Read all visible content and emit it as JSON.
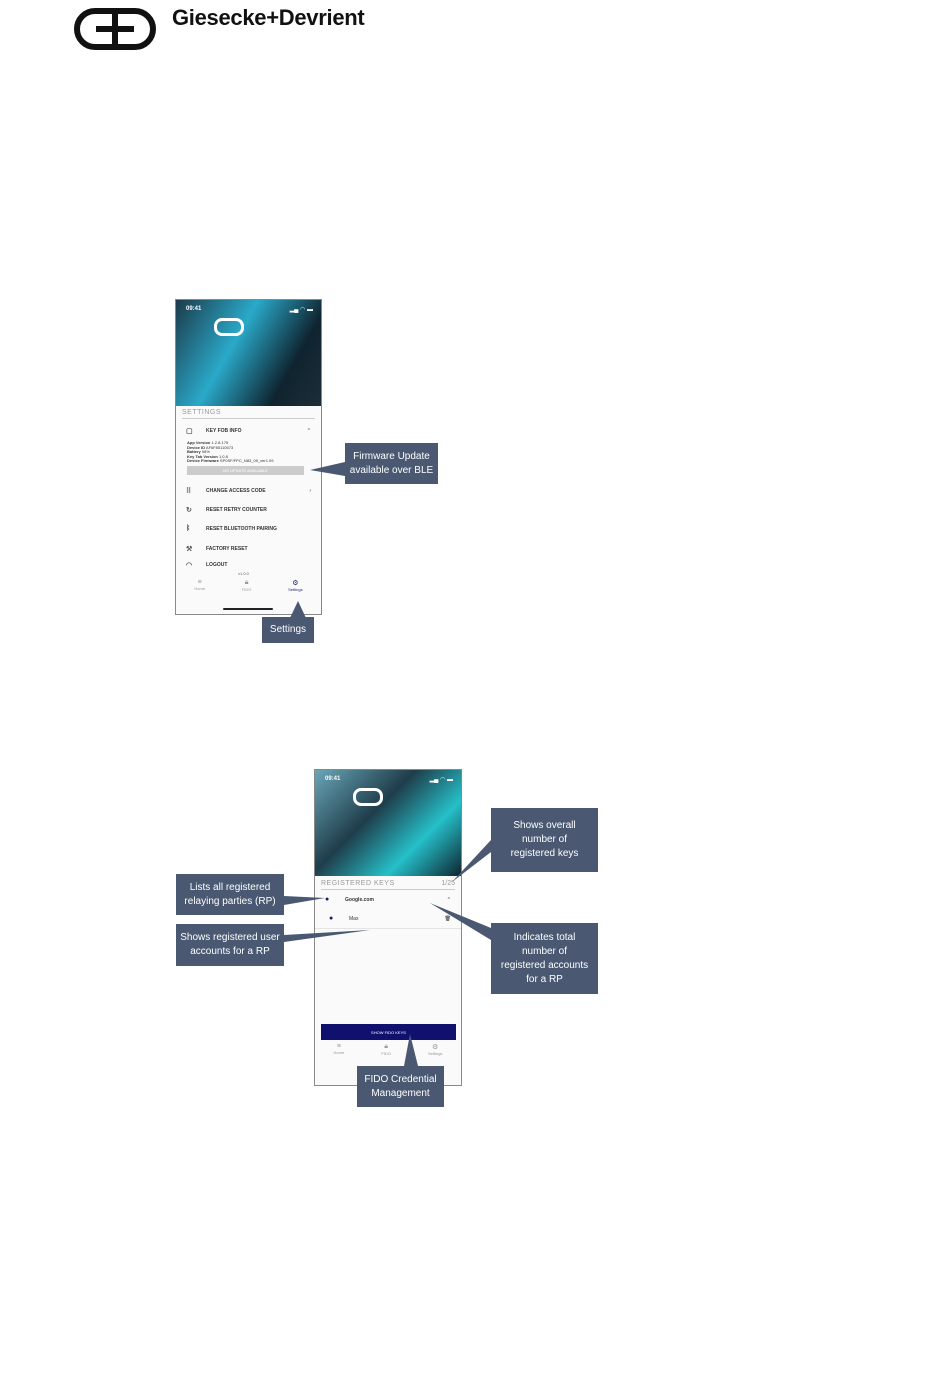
{
  "header": {
    "company": "Giesecke+Devrient"
  },
  "phone1": {
    "time": "09:41",
    "section_title": "SETTINGS",
    "key_fob_info": "KEY FOB INFO",
    "info": [
      {
        "label": "App Version",
        "value": "1.2.8.175"
      },
      {
        "label": "Device ID",
        "value": "AF6F85110573"
      },
      {
        "label": "Battery",
        "value": "98%"
      },
      {
        "label": "Key Tab Version",
        "value": "1.0.8"
      },
      {
        "label": "Device Firmware",
        "value": "SP0SF/FPC_N83_09_ver1.09"
      }
    ],
    "update_button": "NO UPDATE AVAILABLE",
    "items": [
      "CHANGE ACCESS CODE",
      "RESET RETRY COUNTER",
      "RESET BLUETOOTH PAIRING",
      "FACTORY RESET",
      "LOGOUT"
    ],
    "version": "v1.0.0",
    "nav": [
      "Home",
      "FIDO",
      "Settings"
    ]
  },
  "phone2": {
    "time": "09:41",
    "section_title": "REGISTERED KEYS",
    "count": "1/25",
    "rp": "Google.com",
    "account": "Max",
    "button": "SHOW FIDO KEYS",
    "nav": [
      "Home",
      "FIDO",
      "Settings"
    ]
  },
  "callouts": {
    "firmware": "Firmware Update available over BLE",
    "settings": "Settings",
    "lists_rp": "Lists all registered relaying parties (RP)",
    "shows_accounts": "Shows registered user accounts for a RP",
    "overall_keys": "Shows overall number of registered keys",
    "total_accounts": "Indicates total number of registered accounts for a RP",
    "fido": "FIDO Credential Management"
  }
}
